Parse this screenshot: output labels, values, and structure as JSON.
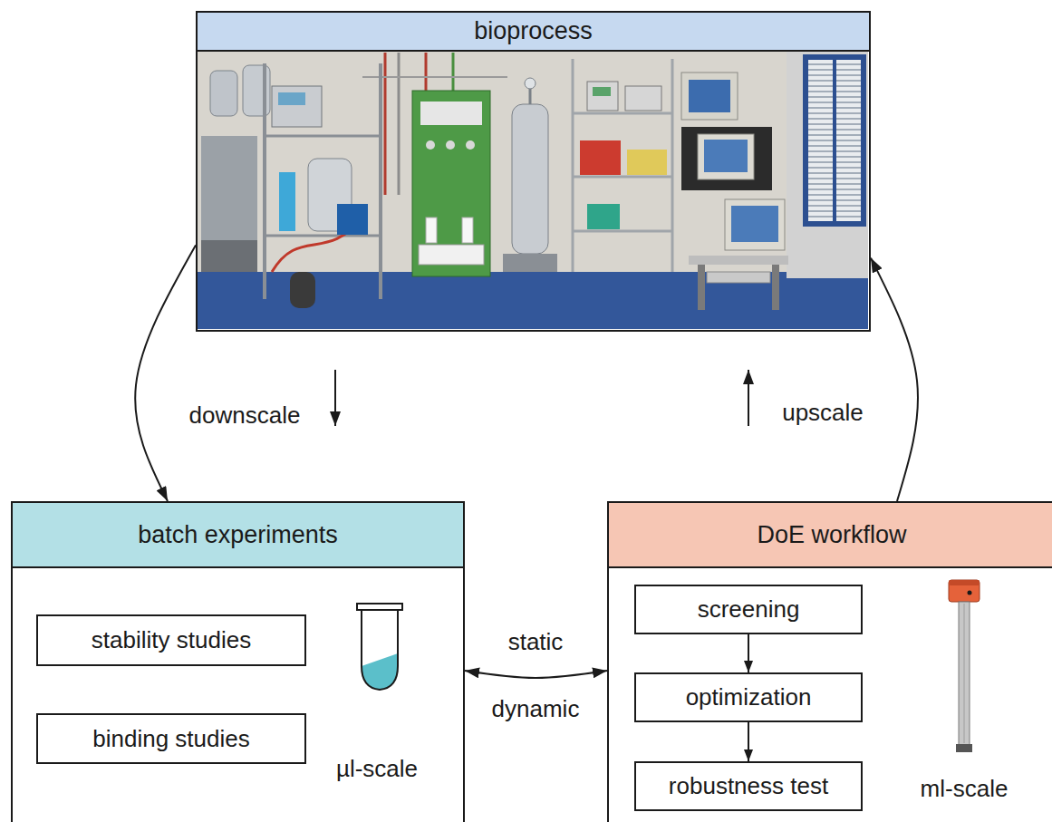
{
  "diagram": {
    "nodes": [
      {
        "text": [
          "bioprocess"
        ]
      },
      {
        "text": [
          "batch experiments",
          "µl-scale"
        ]
      },
      {
        "text": [
          "stability studies"
        ],
        "in": 1
      },
      {
        "text": [
          "binding studies"
        ],
        "in": 1
      },
      {
        "text": [
          "DoE workflow",
          "ml-scale"
        ]
      },
      {
        "text": [
          "screening"
        ],
        "in": 4
      },
      {
        "text": [
          "optimization"
        ],
        "in": 4
      },
      {
        "text": [
          "robustness test"
        ],
        "in": 4
      }
    ],
    "edges": [
      {
        "from": 0,
        "to": 1,
        "arrow": "to"
      },
      {
        "from": 4,
        "to": 0,
        "arrow": "to"
      },
      {
        "from": 1,
        "to": 4,
        "arrow": "both"
      },
      {
        "from": 5,
        "to": 6,
        "arrow": "to"
      },
      {
        "from": 6,
        "to": 7,
        "arrow": "to"
      }
    ],
    "labels": [
      "downscale",
      "upscale",
      "static",
      "dynamic"
    ]
  }
}
